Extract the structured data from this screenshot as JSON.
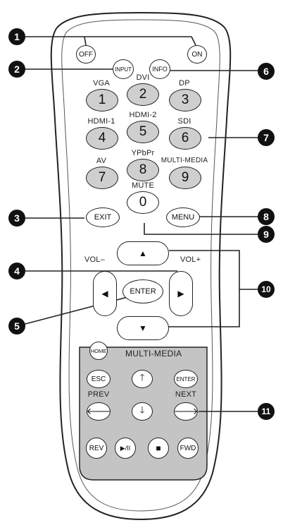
{
  "callouts": [
    "1",
    "2",
    "3",
    "4",
    "5",
    "6",
    "7",
    "8",
    "9",
    "10",
    "11"
  ],
  "power": {
    "off": "OFF",
    "on": "ON"
  },
  "top": {
    "input": "INPUT",
    "info": "INFO"
  },
  "sources": [
    {
      "label": "VGA",
      "key": "1"
    },
    {
      "label": "DVI",
      "key": "2"
    },
    {
      "label": "DP",
      "key": "3"
    },
    {
      "label": "HDMI-1",
      "key": "4"
    },
    {
      "label": "HDMI-2",
      "key": "5"
    },
    {
      "label": "SDI",
      "key": "6"
    },
    {
      "label": "AV",
      "key": "7"
    },
    {
      "label": "YPbPr",
      "key": "8"
    },
    {
      "label": "MULTI-MEDIA",
      "key": "9"
    }
  ],
  "mute": {
    "label": "MUTE",
    "key": "0"
  },
  "exit": "EXIT",
  "menu": "MENU",
  "nav": {
    "up": "▲",
    "down": "▼",
    "left": "◀",
    "right": "▶",
    "enter": "ENTER",
    "vol_minus": "VOL–",
    "vol_plus": "VOL+"
  },
  "multimedia": {
    "home": "HOME",
    "title": "MULTI-MEDIA",
    "esc": "ESC",
    "up": "🡑",
    "enter": "ENTER",
    "prev": "PREV",
    "next": "NEXT",
    "left": "🡐",
    "down": "🡓",
    "right": "🡒",
    "rev": "REV",
    "play_pause": "▶/II",
    "stop": "■",
    "fwd": "FWD"
  }
}
